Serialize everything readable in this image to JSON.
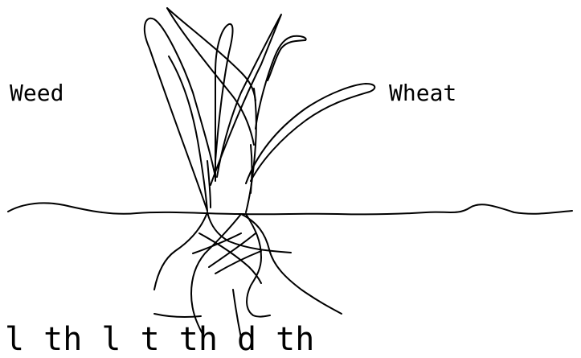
{
  "labels": {
    "left": "Weed",
    "right": "Wheat"
  },
  "caption": "l    th       l  t  th     d  th",
  "colors": {
    "ink": "#000000",
    "background": "#ffffff"
  }
}
